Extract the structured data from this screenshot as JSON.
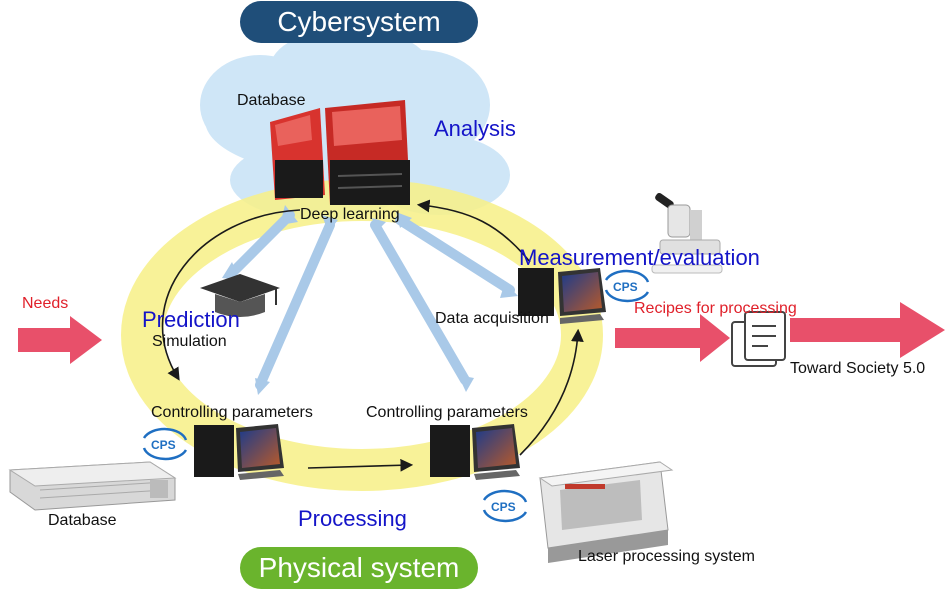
{
  "headers": {
    "cybersystem": "Cybersystem",
    "physical_system": "Physical system"
  },
  "stages": {
    "analysis": "Analysis",
    "prediction": "Prediction",
    "measurement": "Measurement/evaluation",
    "processing": "Processing"
  },
  "labels": {
    "database_top": "Database",
    "deep_learning": "Deep learning",
    "simulation": "Simulation",
    "data_acquisition": "Data acquisition",
    "controlling_left": "Controlling parameters",
    "controlling_right": "Controlling parameters",
    "database_bottom": "Database",
    "laser_system": "Laser processing system",
    "needs": "Needs",
    "recipes": "Recipes for processing",
    "society": "Toward Society 5.0",
    "cps": "CPS"
  },
  "colors": {
    "cyber_header": "#1f4e79",
    "physical_header": "#6ab42d",
    "cloud": "#cfe6f7",
    "ring": "#f7f08a",
    "stage_text": "#1414c8",
    "red_arrow": "#e8506a",
    "red_text": "#e0202a",
    "server": "#d8332e"
  },
  "icons": [
    "server-icon",
    "graduation-cap-icon",
    "microscope-icon",
    "computer-icon",
    "cps-cycle-icon",
    "laser-machine-icon",
    "database-rack-icon",
    "document-icon"
  ]
}
